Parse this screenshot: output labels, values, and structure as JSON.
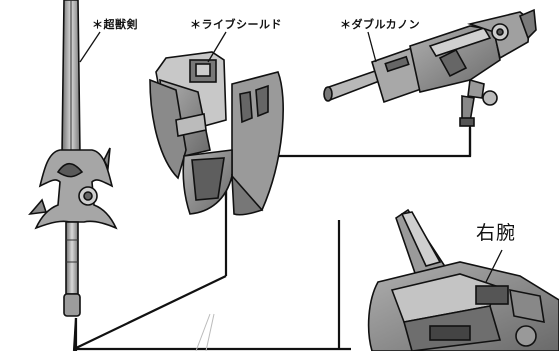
{
  "labels": {
    "sword": "＊超獣剣",
    "shield": "＊ライブシールド",
    "cannon": "＊ダブルカノン",
    "right_arm": "右腕"
  },
  "colors": {
    "line": "#111111",
    "metal_light": "#d4d4d4",
    "metal_mid": "#9a9a9a",
    "metal_dark": "#5c5c5c"
  }
}
